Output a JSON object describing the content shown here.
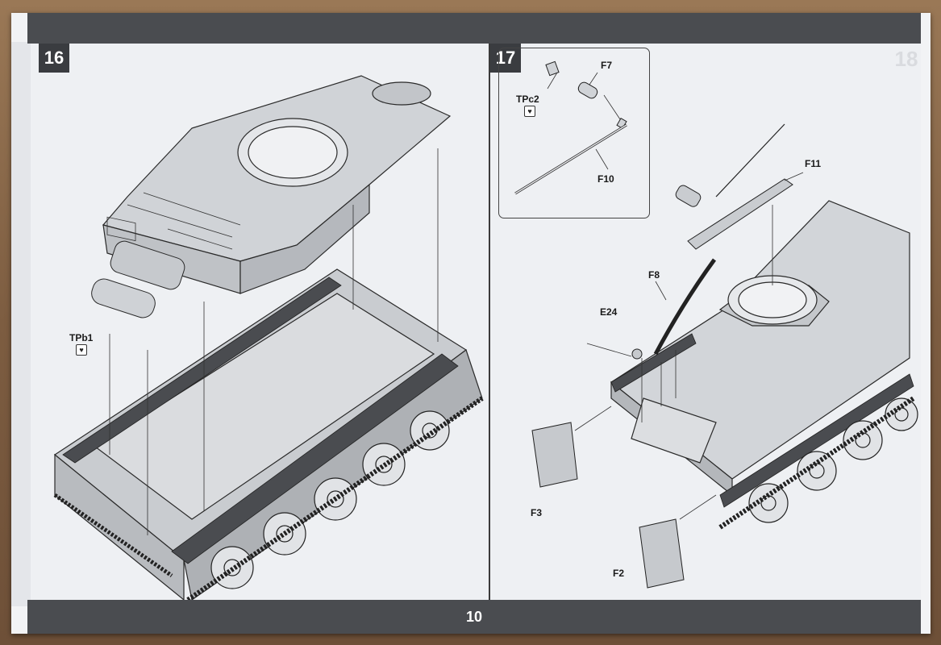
{
  "page": {
    "number": "10"
  },
  "step16": {
    "number": "16",
    "part_labels": [
      "TPb1"
    ],
    "icon": "tape-icon"
  },
  "step17": {
    "number": "17",
    "ghost_number": "18",
    "part_labels": [
      "F7",
      "TPc2",
      "F10",
      "F11",
      "F8",
      "E24",
      "F3",
      "F2"
    ],
    "icon": "tape-icon"
  }
}
